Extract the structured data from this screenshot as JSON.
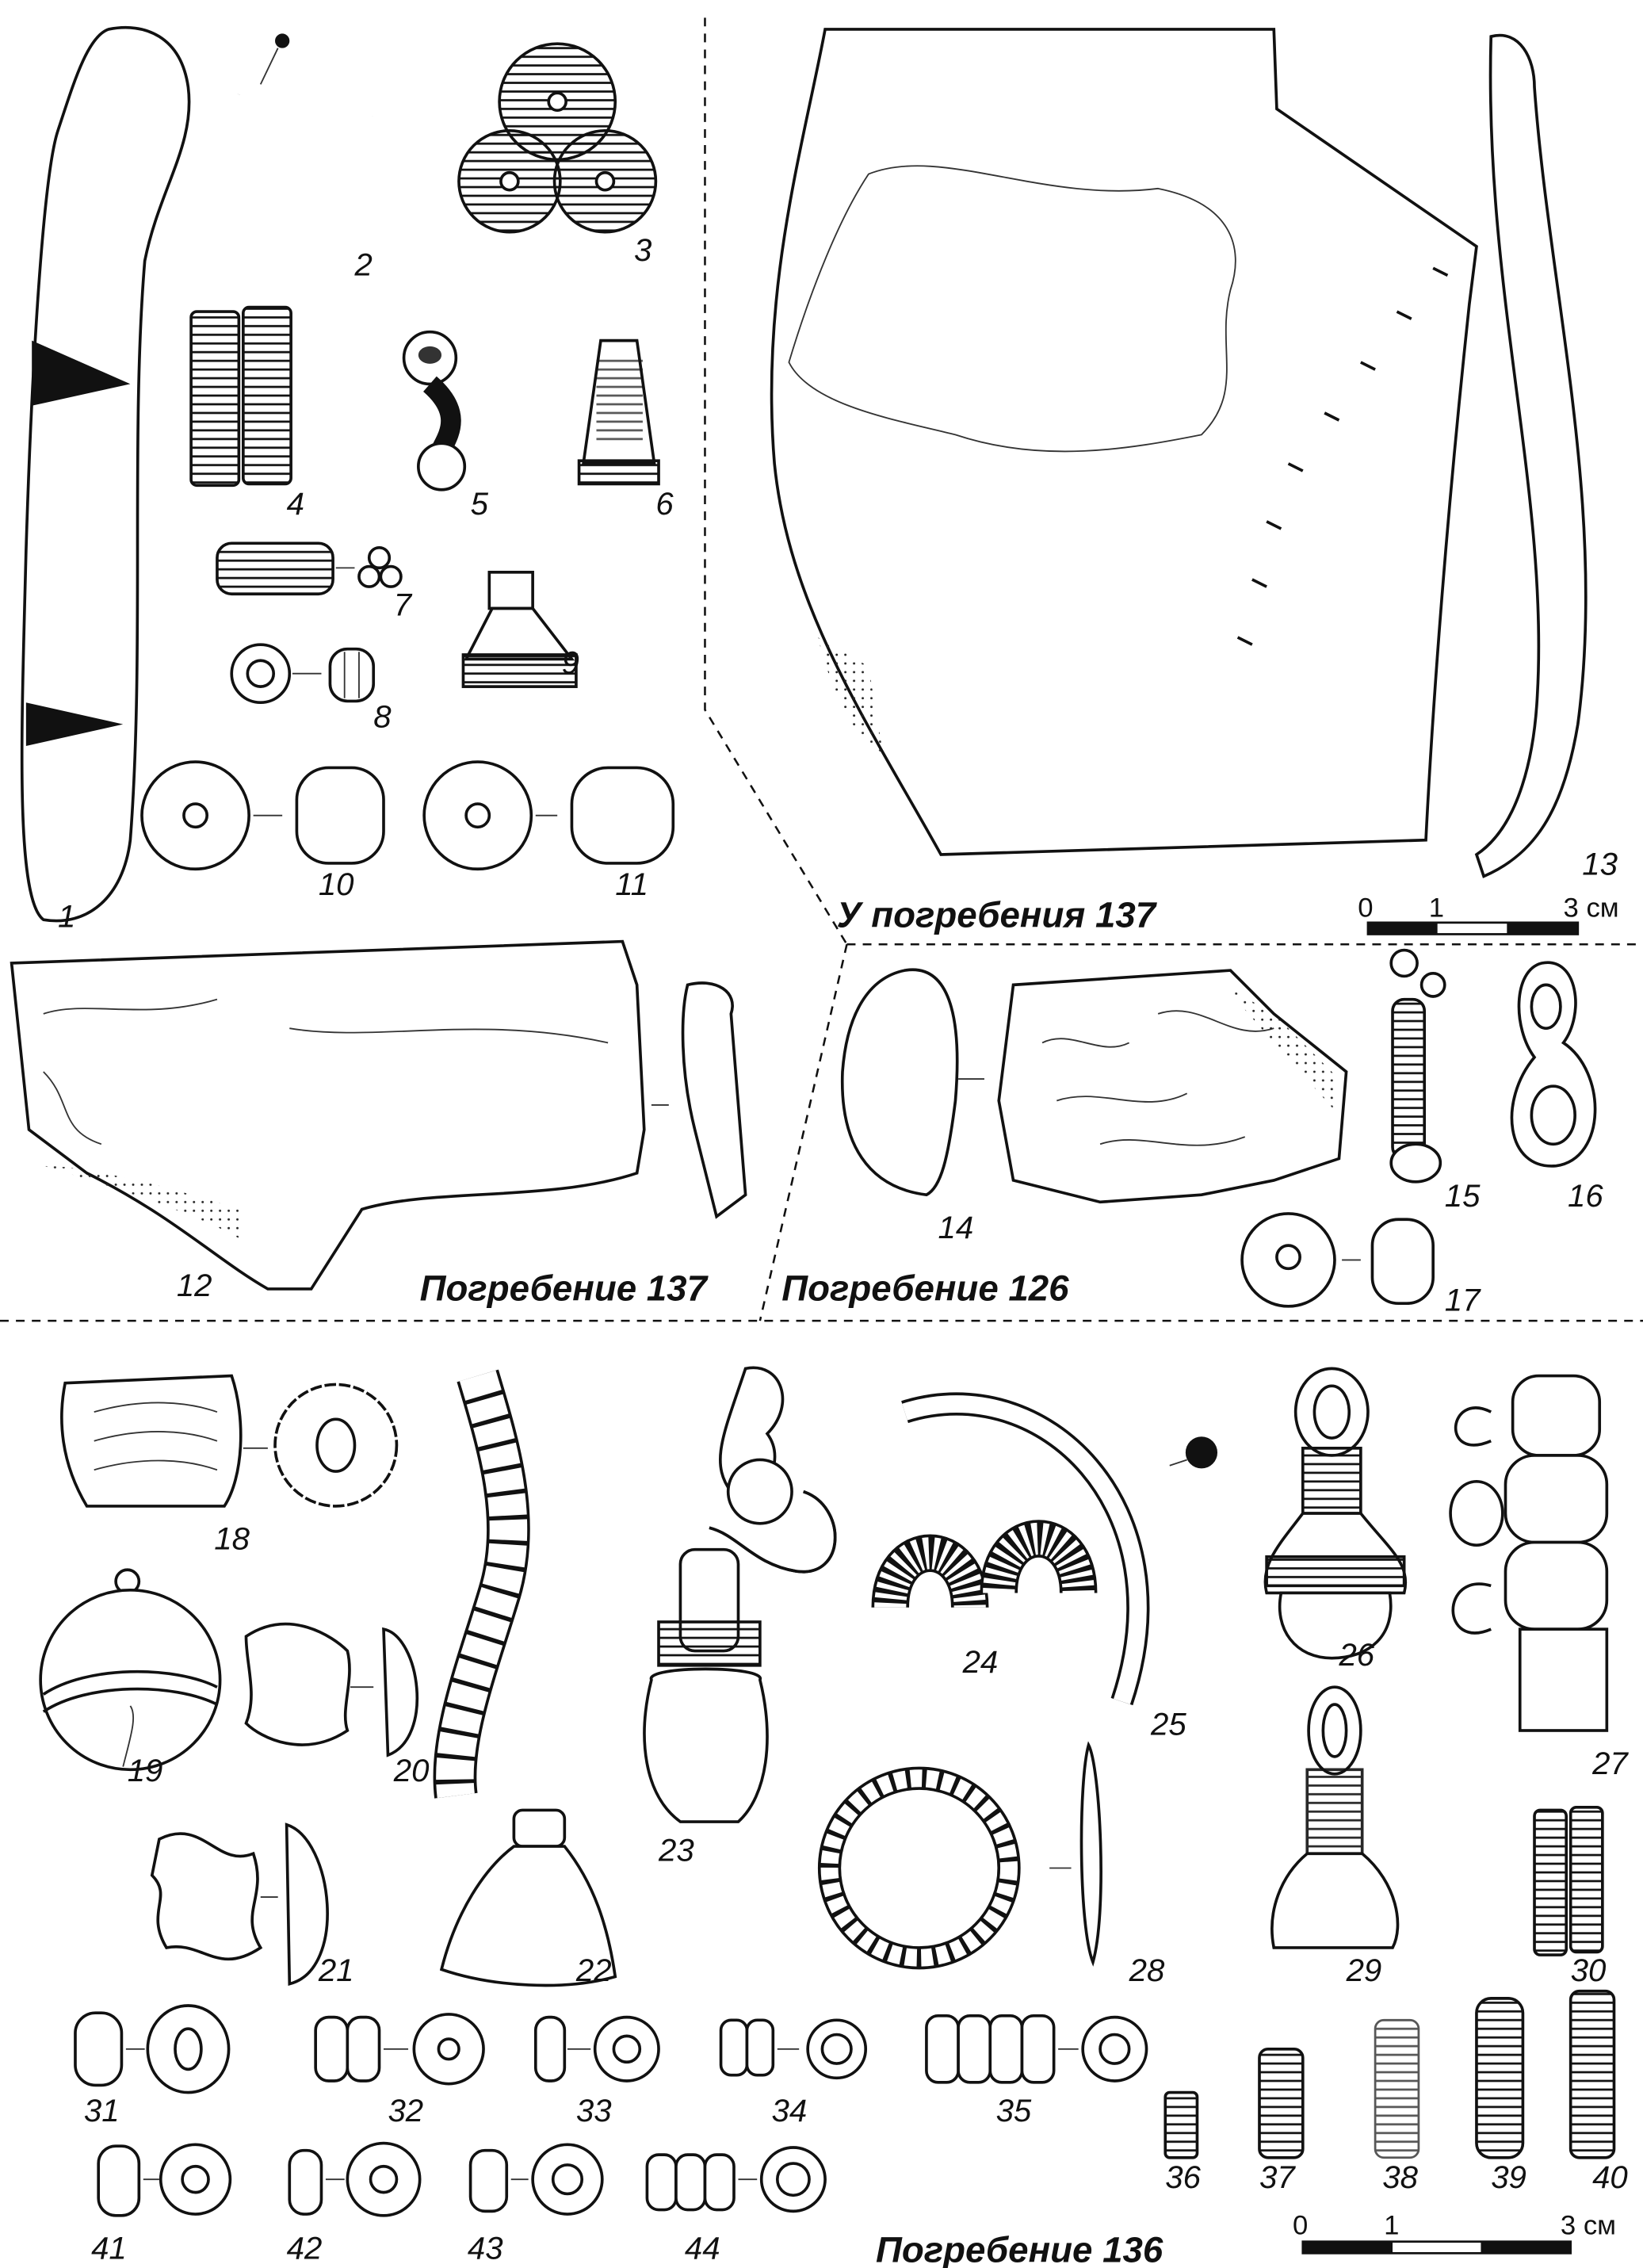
{
  "headings": {
    "near_burial_137": "У погребения 137",
    "burial_137": "Погребение 137",
    "burial_126": "Погребение 126",
    "burial_136": "Погребение 136"
  },
  "scale": {
    "zero": "0",
    "one": "1",
    "three": "3 см"
  },
  "labels": [
    "1",
    "2",
    "3",
    "4",
    "5",
    "6",
    "7",
    "8",
    "9",
    "10",
    "11",
    "12",
    "13",
    "14",
    "15",
    "16",
    "17",
    "18",
    "19",
    "20",
    "21",
    "22",
    "23",
    "24",
    "25",
    "26",
    "27",
    "28",
    "29",
    "30",
    "31",
    "32",
    "33",
    "34",
    "35",
    "36",
    "37",
    "38",
    "39",
    "40",
    "41",
    "42",
    "43",
    "44"
  ]
}
